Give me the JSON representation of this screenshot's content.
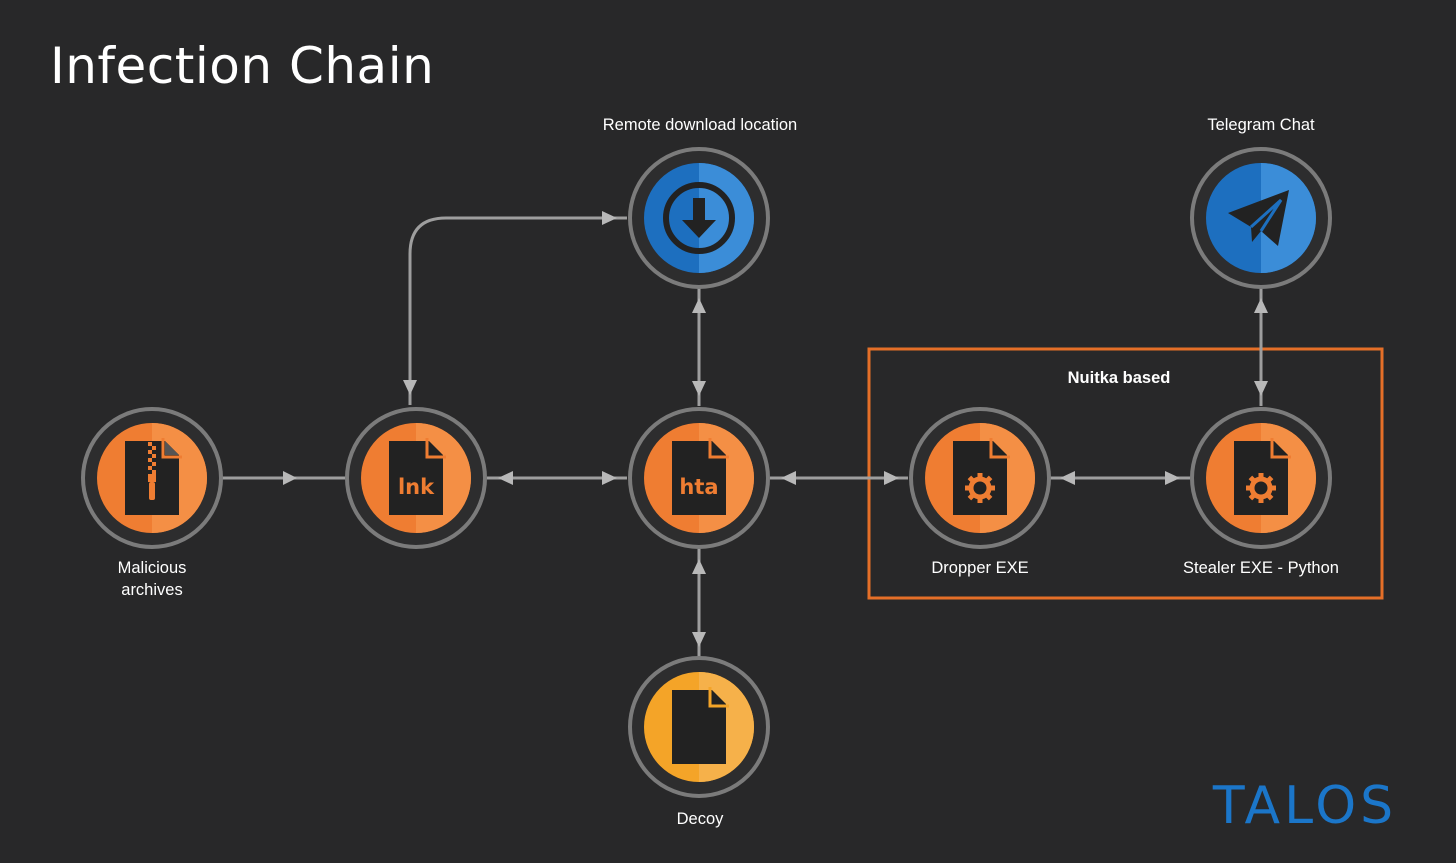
{
  "title": "Infection Chain",
  "nodes": {
    "archives": {
      "label_line1": "Malicious",
      "label_line2": "archives",
      "icon": "zip-file-icon"
    },
    "lnk": {
      "icon_text": "lnk",
      "icon": "lnk-file-icon"
    },
    "hta": {
      "icon_text": "hta",
      "icon": "hta-file-icon"
    },
    "remote": {
      "label": "Remote download location",
      "icon": "download-icon"
    },
    "decoy": {
      "label": "Decoy",
      "icon": "document-icon"
    },
    "dropper": {
      "label": "Dropper EXE",
      "icon": "gear-file-icon"
    },
    "stealer": {
      "label": "Stealer EXE - Python",
      "icon": "gear-file-icon"
    },
    "telegram": {
      "label": "Telegram Chat",
      "icon": "telegram-icon"
    }
  },
  "group": {
    "label": "Nuitka based"
  },
  "logo": {
    "text": "TALOS"
  },
  "colors": {
    "background": "#282829",
    "ring": "#7b7b7b",
    "orange": "#ef7d32",
    "orange_light": "#f48f45",
    "blue": "#1d6fbf",
    "blue_light": "#3b8dd8",
    "yellow": "#f4a428",
    "yellow_light": "#f6b14a",
    "connector": "#9e9e9e",
    "group_border": "#e56f28",
    "logo_blue": "#1b76c9"
  }
}
